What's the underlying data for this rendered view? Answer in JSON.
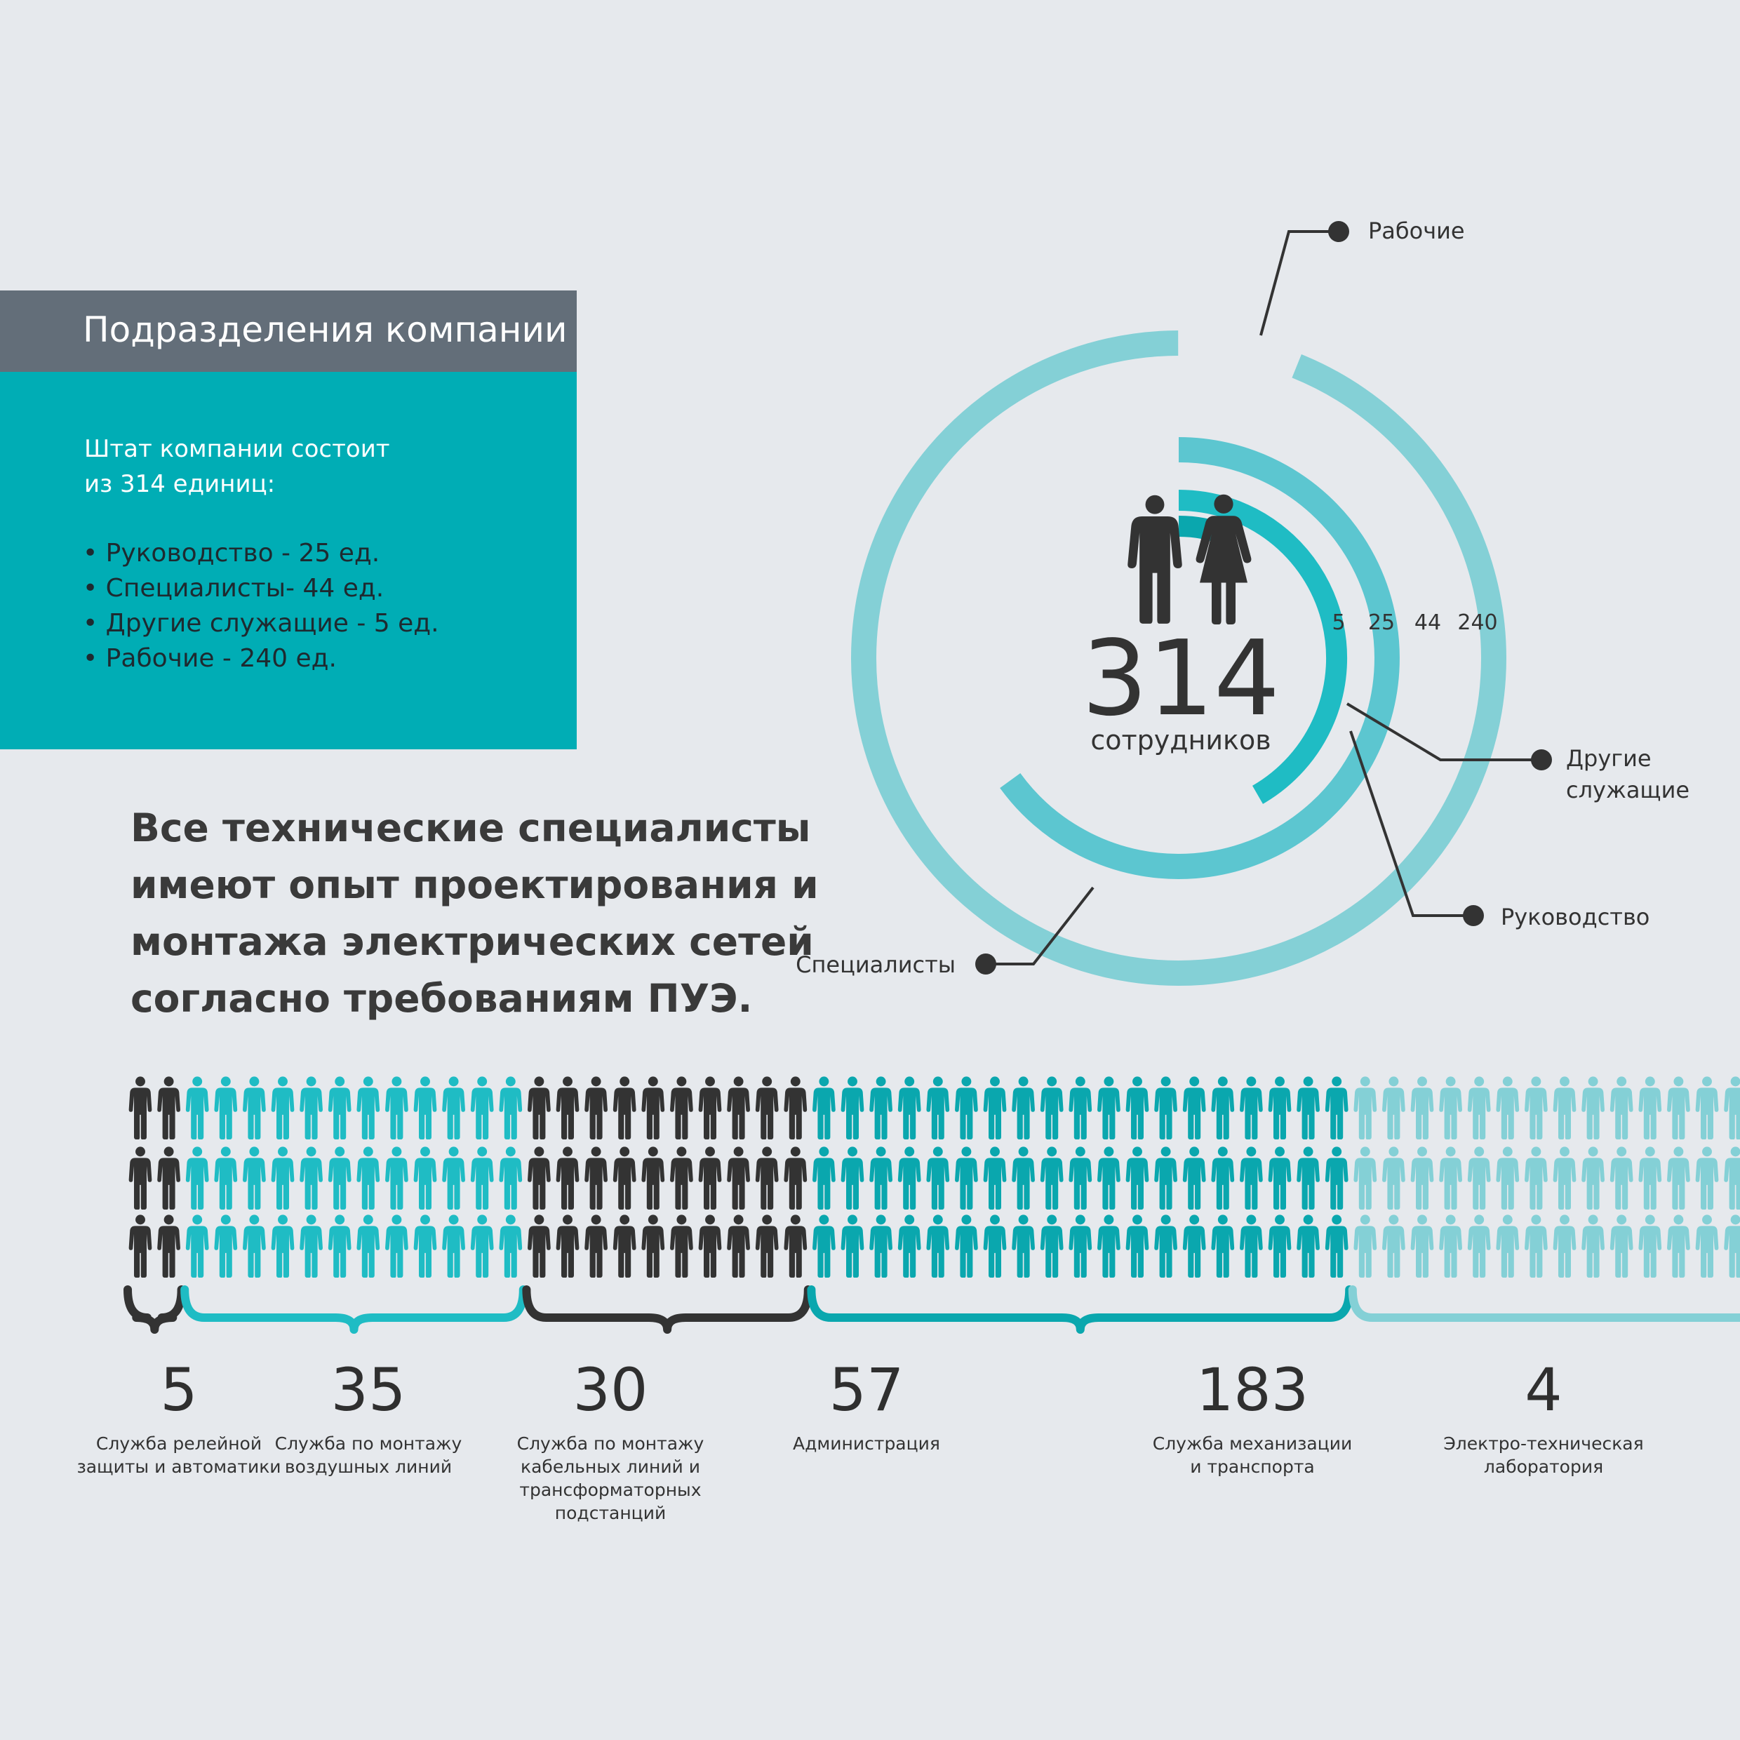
{
  "header": {
    "title": "Подразделения компании"
  },
  "panel": {
    "intro_line1": "Штат компании состоит",
    "intro_line2": "из 314 единиц:",
    "items": [
      "• Руководство - 25 ед.",
      "• Специалисты- 44 ед.",
      "• Другие служащие - 5 ед.",
      "• Рабочие - 240 ед."
    ]
  },
  "headline": {
    "lines": [
      "Все технические специалисты",
      "имеют опыт  проектирования и",
      "монтажа электрических сетей",
      "согласно требованиям ПУЭ."
    ]
  },
  "colors": {
    "background": "#e6e9ed",
    "header": "#636e79",
    "panel": "#00adb5",
    "dark": "#333333",
    "teal_dark": "#0aa7ae",
    "teal_mid": "#1fbcc4",
    "teal_light": "#5cc6d0",
    "teal_pale": "#84d0d6",
    "grey": "#6b6b6b"
  },
  "chart_data": [
    {
      "type": "pie",
      "style": "concentric-arcs",
      "total": {
        "value": "314",
        "label": "сотрудников"
      },
      "scale_labels": [
        "5",
        "25",
        "44",
        "240"
      ],
      "series": [
        {
          "name": "Другие служащие",
          "value": 5,
          "color": "#0aa7ae"
        },
        {
          "name": "Руководство",
          "value": 25,
          "color": "#1fbcc4"
        },
        {
          "name": "Специалисты",
          "value": 44,
          "color": "#5cc6d0"
        },
        {
          "name": "Рабочие",
          "value": 240,
          "color": "#84d0d6"
        }
      ],
      "icons": [
        "man-icon",
        "woman-icon"
      ]
    },
    {
      "type": "bar",
      "style": "pictogram",
      "rows": 3,
      "categories": [
        {
          "value": 5,
          "label": "5",
          "desc": [
            "Служба релейной",
            "защиты и автоматики"
          ],
          "color": "#333333"
        },
        {
          "value": 35,
          "label": "35",
          "desc": [
            "Служба по монтажу",
            "воздушных линий"
          ],
          "color": "#1fbcc4"
        },
        {
          "value": 30,
          "label": "30",
          "desc": [
            "Служба по монтажу",
            "кабельных линий и",
            "трансформаторных",
            "подстанций"
          ],
          "color": "#333333"
        },
        {
          "value": 57,
          "label": "57",
          "desc": [
            "Администрация"
          ],
          "color": "#0aa7ae"
        },
        {
          "value": 183,
          "label": "183",
          "desc": [
            "Служба механизации",
            "и транспорта"
          ],
          "color": "#84d0d6"
        },
        {
          "value": 4,
          "label": "4",
          "desc": [
            "Электро-техническая",
            "лаборатория"
          ],
          "color": "#6b6b6b"
        }
      ]
    }
  ]
}
